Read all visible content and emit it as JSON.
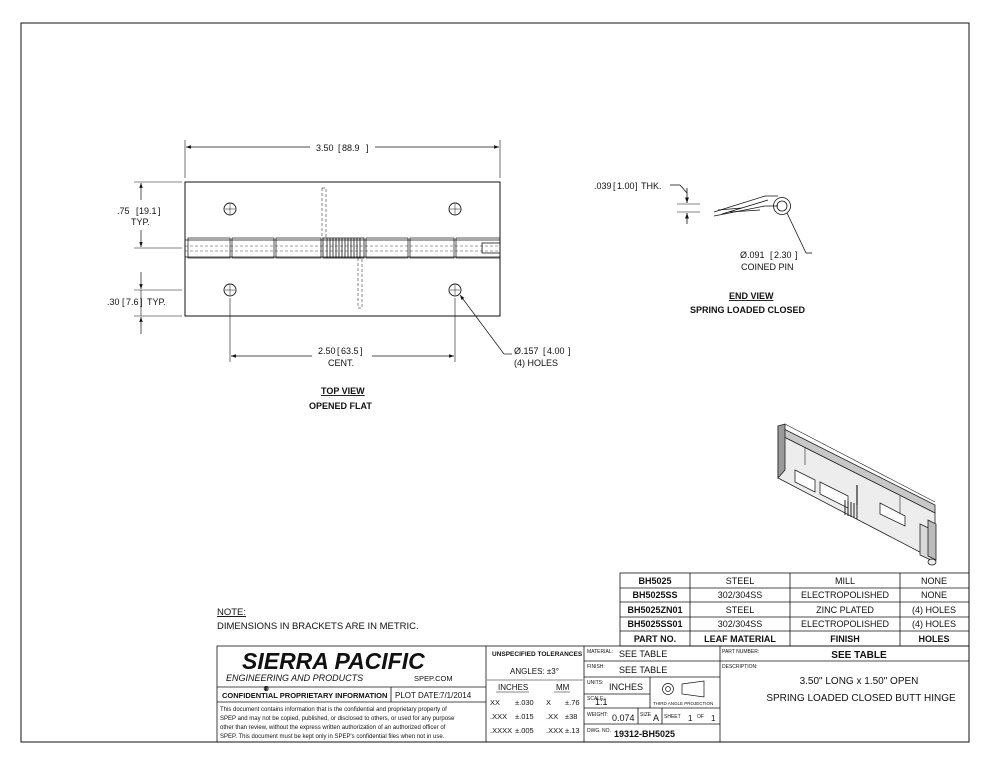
{
  "top_view": {
    "dim_length": "3.50",
    "dim_length_mm": "88.9",
    "dim_leaf": ".75",
    "dim_leaf_mm": "19.1",
    "dim_leaf_note": "TYP.",
    "dim_hole_edge": ".30",
    "dim_hole_edge_mm": "7.6",
    "dim_hole_edge_note": "TYP.",
    "dim_hole_spacing": "2.50",
    "dim_hole_spacing_mm": "63.5",
    "dim_hole_spacing_note": "CENT.",
    "hole_dia": "Ø.157",
    "hole_dia_mm": "4.00",
    "hole_count": "(4) HOLES",
    "title": "TOP VIEW",
    "subtitle": "OPENED FLAT"
  },
  "end_view": {
    "thickness": ".039",
    "thickness_mm": "1.00",
    "thickness_note": "THK.",
    "pin_dia": "Ø.091",
    "pin_dia_mm": "2.30",
    "pin_note": "COINED PIN",
    "title": "END VIEW",
    "subtitle": "SPRING LOADED CLOSED"
  },
  "note": {
    "heading": "NOTE:",
    "text": "DIMENSIONS IN BRACKETS ARE IN METRIC."
  },
  "parts_table": {
    "rows": [
      [
        "BH5025",
        "STEEL",
        "MILL",
        "NONE"
      ],
      [
        "BH5025SS",
        "302/304SS",
        "ELECTROPOLISHED",
        "NONE"
      ],
      [
        "BH5025ZN01",
        "STEEL",
        "ZINC PLATED",
        "(4) HOLES"
      ],
      [
        "BH5025SS01",
        "302/304SS",
        "ELECTROPOLISHED",
        "(4) HOLES"
      ]
    ],
    "headers": [
      "PART NO.",
      "LEAF MATERIAL",
      "FINISH",
      "HOLES"
    ]
  },
  "title_block": {
    "company": "SIERRA PACIFIC",
    "company_sub": "ENGINEERING AND PRODUCTS",
    "reg": "R",
    "web": "SPEP.COM",
    "confidential": "CONFIDENTIAL PROPRIETARY INFORMATION",
    "plot_label": "PLOT DATE:",
    "plot_date": "7/1/2014",
    "legal": [
      "This document contains information that is the confidential and proprietary property of",
      "SPEP and may not be copied, published, or disclosed to others, or used for any purpose",
      "other than review, without the express written authorization of an authorized officer of",
      "SPEP. This document must be kept only in SPEP's confidential files when not in use."
    ],
    "tol_title": "UNSPECIFIED TOLERANCES",
    "angles": "ANGLES: ±3°",
    "inches": "INCHES",
    "mm": "MM",
    "tol_rows": [
      [
        "XX",
        "±.030",
        "X",
        "±.76"
      ],
      [
        ".XXX",
        "±.015",
        ".XX",
        "±38"
      ],
      [
        ".XXXX",
        "±.005",
        ".XXX",
        "±.13"
      ]
    ],
    "material_label": "MATERIAL:",
    "material": "SEE TABLE",
    "finish_label": "FINISH:",
    "finish": "SEE TABLE",
    "units_label": "UNITS:",
    "units": "INCHES",
    "scale_label": "SCALE:",
    "scale": "1:1",
    "projection": "THIRD ANGLE PROJECTION",
    "weight_label": "WEIGHT:",
    "weight": "0.074",
    "size_label": "SIZE",
    "size": "A",
    "sheet_label": "SHEET",
    "sheet": "1",
    "of_label": "OF",
    "sheets": "1",
    "dwg_label": "DWG. NO.",
    "dwg_no": "19312-BH5025",
    "part_label": "PART NUMBER:",
    "part_number": "SEE TABLE",
    "desc_label": "DESCRIPTION:",
    "desc_line1": "3.50\" LONG x 1.50\" OPEN",
    "desc_line2": "SPRING LOADED CLOSED BUTT HINGE"
  }
}
